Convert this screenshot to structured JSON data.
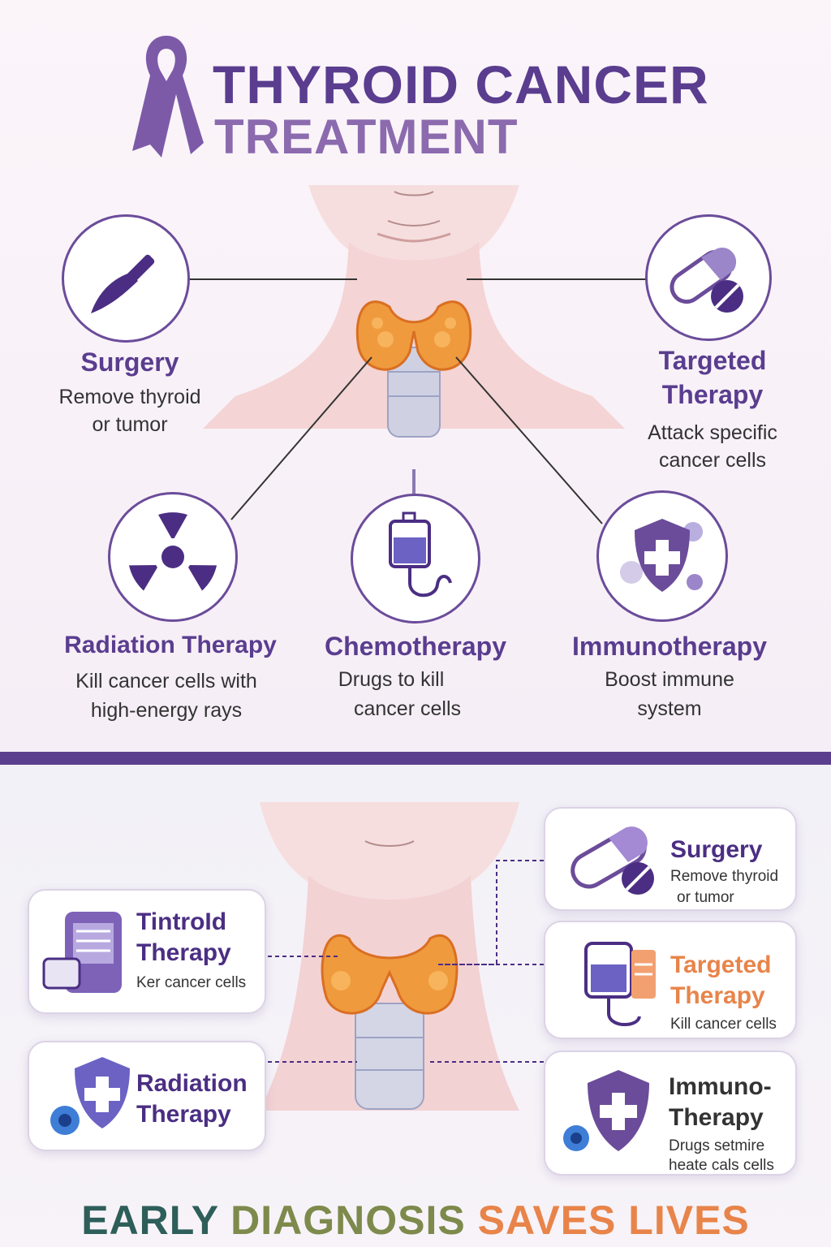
{
  "header": {
    "title_line1": "THYROID CANCER",
    "title_line2": "TREATMENT"
  },
  "top_treatments": [
    {
      "name": "Surgery",
      "desc_line1": "Remove thyroid",
      "desc_line2": "or tumor",
      "icon": "scalpel-icon"
    },
    {
      "name_line1": "Targeted",
      "name_line2": "Therapy",
      "desc_line1": "Attack specific",
      "desc_line2": "cancer cells",
      "icon": "pill-icon"
    },
    {
      "name": "Radiation Therapy",
      "desc_line1": "Kill cancer cells with",
      "desc_line2": "high-energy rays",
      "icon": "radiation-icon"
    },
    {
      "name": "Chemotherapy",
      "desc_line1": "Drugs to kill",
      "desc_line2": "cancer cells",
      "icon": "iv-bag-icon"
    },
    {
      "name": "Immunotherapy",
      "desc_line1": "Boost immune",
      "desc_line2": "system",
      "icon": "shield-plus-icon"
    }
  ],
  "bottom_cards": {
    "left1": {
      "name_line1": "TintroId",
      "name_line2": "Therapy",
      "desc": "Ker cancer cells",
      "icon": "machine-icon"
    },
    "left2": {
      "name_line1": "Radiation",
      "name_line2": "Therapy",
      "icon": "shield-plus-icon"
    },
    "right1": {
      "name": "Surgery",
      "desc_line1": "Remove thyroid",
      "desc_line2": "or tumor",
      "icon": "pill-icon"
    },
    "right2": {
      "name_line1": "Targeted",
      "name_line2": "Therapy",
      "desc": "Kill cancer cells",
      "icon": "iv-bag-icon"
    },
    "right3": {
      "name_line1": "Immuno-",
      "name_line2": "Therapy",
      "desc_line1": "Drugs setmire",
      "desc_line2": "heate cals cells",
      "icon": "shield-plus-icon"
    }
  },
  "tagline": {
    "word1": "EARLY",
    "word2": "DIAGNOSIS",
    "word3": "SAVES LIVES"
  },
  "colors": {
    "primary_purple": "#5a3d8f",
    "light_purple": "#8b6aae",
    "orange": "#e8844a",
    "teal": "#2e5e5a",
    "olive": "#7d8a4c"
  }
}
